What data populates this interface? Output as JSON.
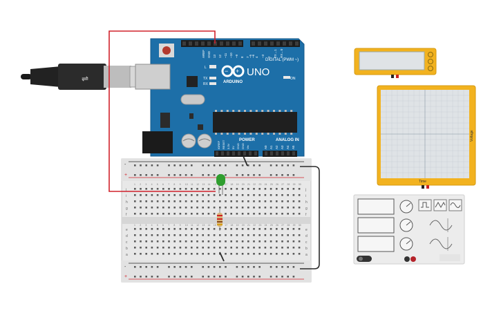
{
  "arduino": {
    "brand": "ARDUINO",
    "model": "UNO",
    "digital_header": "DIGITAL (PWM ~)",
    "power_header": "POWER",
    "analog_header": "ANALOG IN",
    "on_label": "ON",
    "l_label": "L",
    "tx_label": "TX",
    "rx_label": "RX",
    "top_pins": [
      "AREF",
      "GND",
      "13",
      "12",
      "~11",
      "~10",
      "~9",
      "8",
      "7",
      "~6",
      "~5",
      "4",
      "~3",
      "2",
      "TX→1",
      "RX←0"
    ],
    "power_pins": [
      "IOREF",
      "RESET",
      "3.3V",
      "5V",
      "GND",
      "GND",
      "Vin"
    ],
    "analog_pins": [
      "A0",
      "A1",
      "A2",
      "A3",
      "A4",
      "A5"
    ],
    "board_color": "#1d6fa8"
  },
  "breadboard": {
    "row_letters_top": [
      "j",
      "i",
      "h",
      "g",
      "f"
    ],
    "row_letters_bottom": [
      "e",
      "d",
      "c",
      "b",
      "a"
    ],
    "columns": 30,
    "plus": "+",
    "minus": "-"
  },
  "multimeter": {
    "display": ""
  },
  "oscilloscope": {
    "x_label": "Time",
    "y_label": "Voltage"
  },
  "function_generator": {
    "waves": [
      "square-wave",
      "triangle-wave",
      "sine-wave"
    ]
  },
  "colors": {
    "wire_red": "#d0202a",
    "wire_black": "#2a2a2a",
    "led_green": "#2f9e2f",
    "instrument_yellow": "#f2b21f"
  }
}
